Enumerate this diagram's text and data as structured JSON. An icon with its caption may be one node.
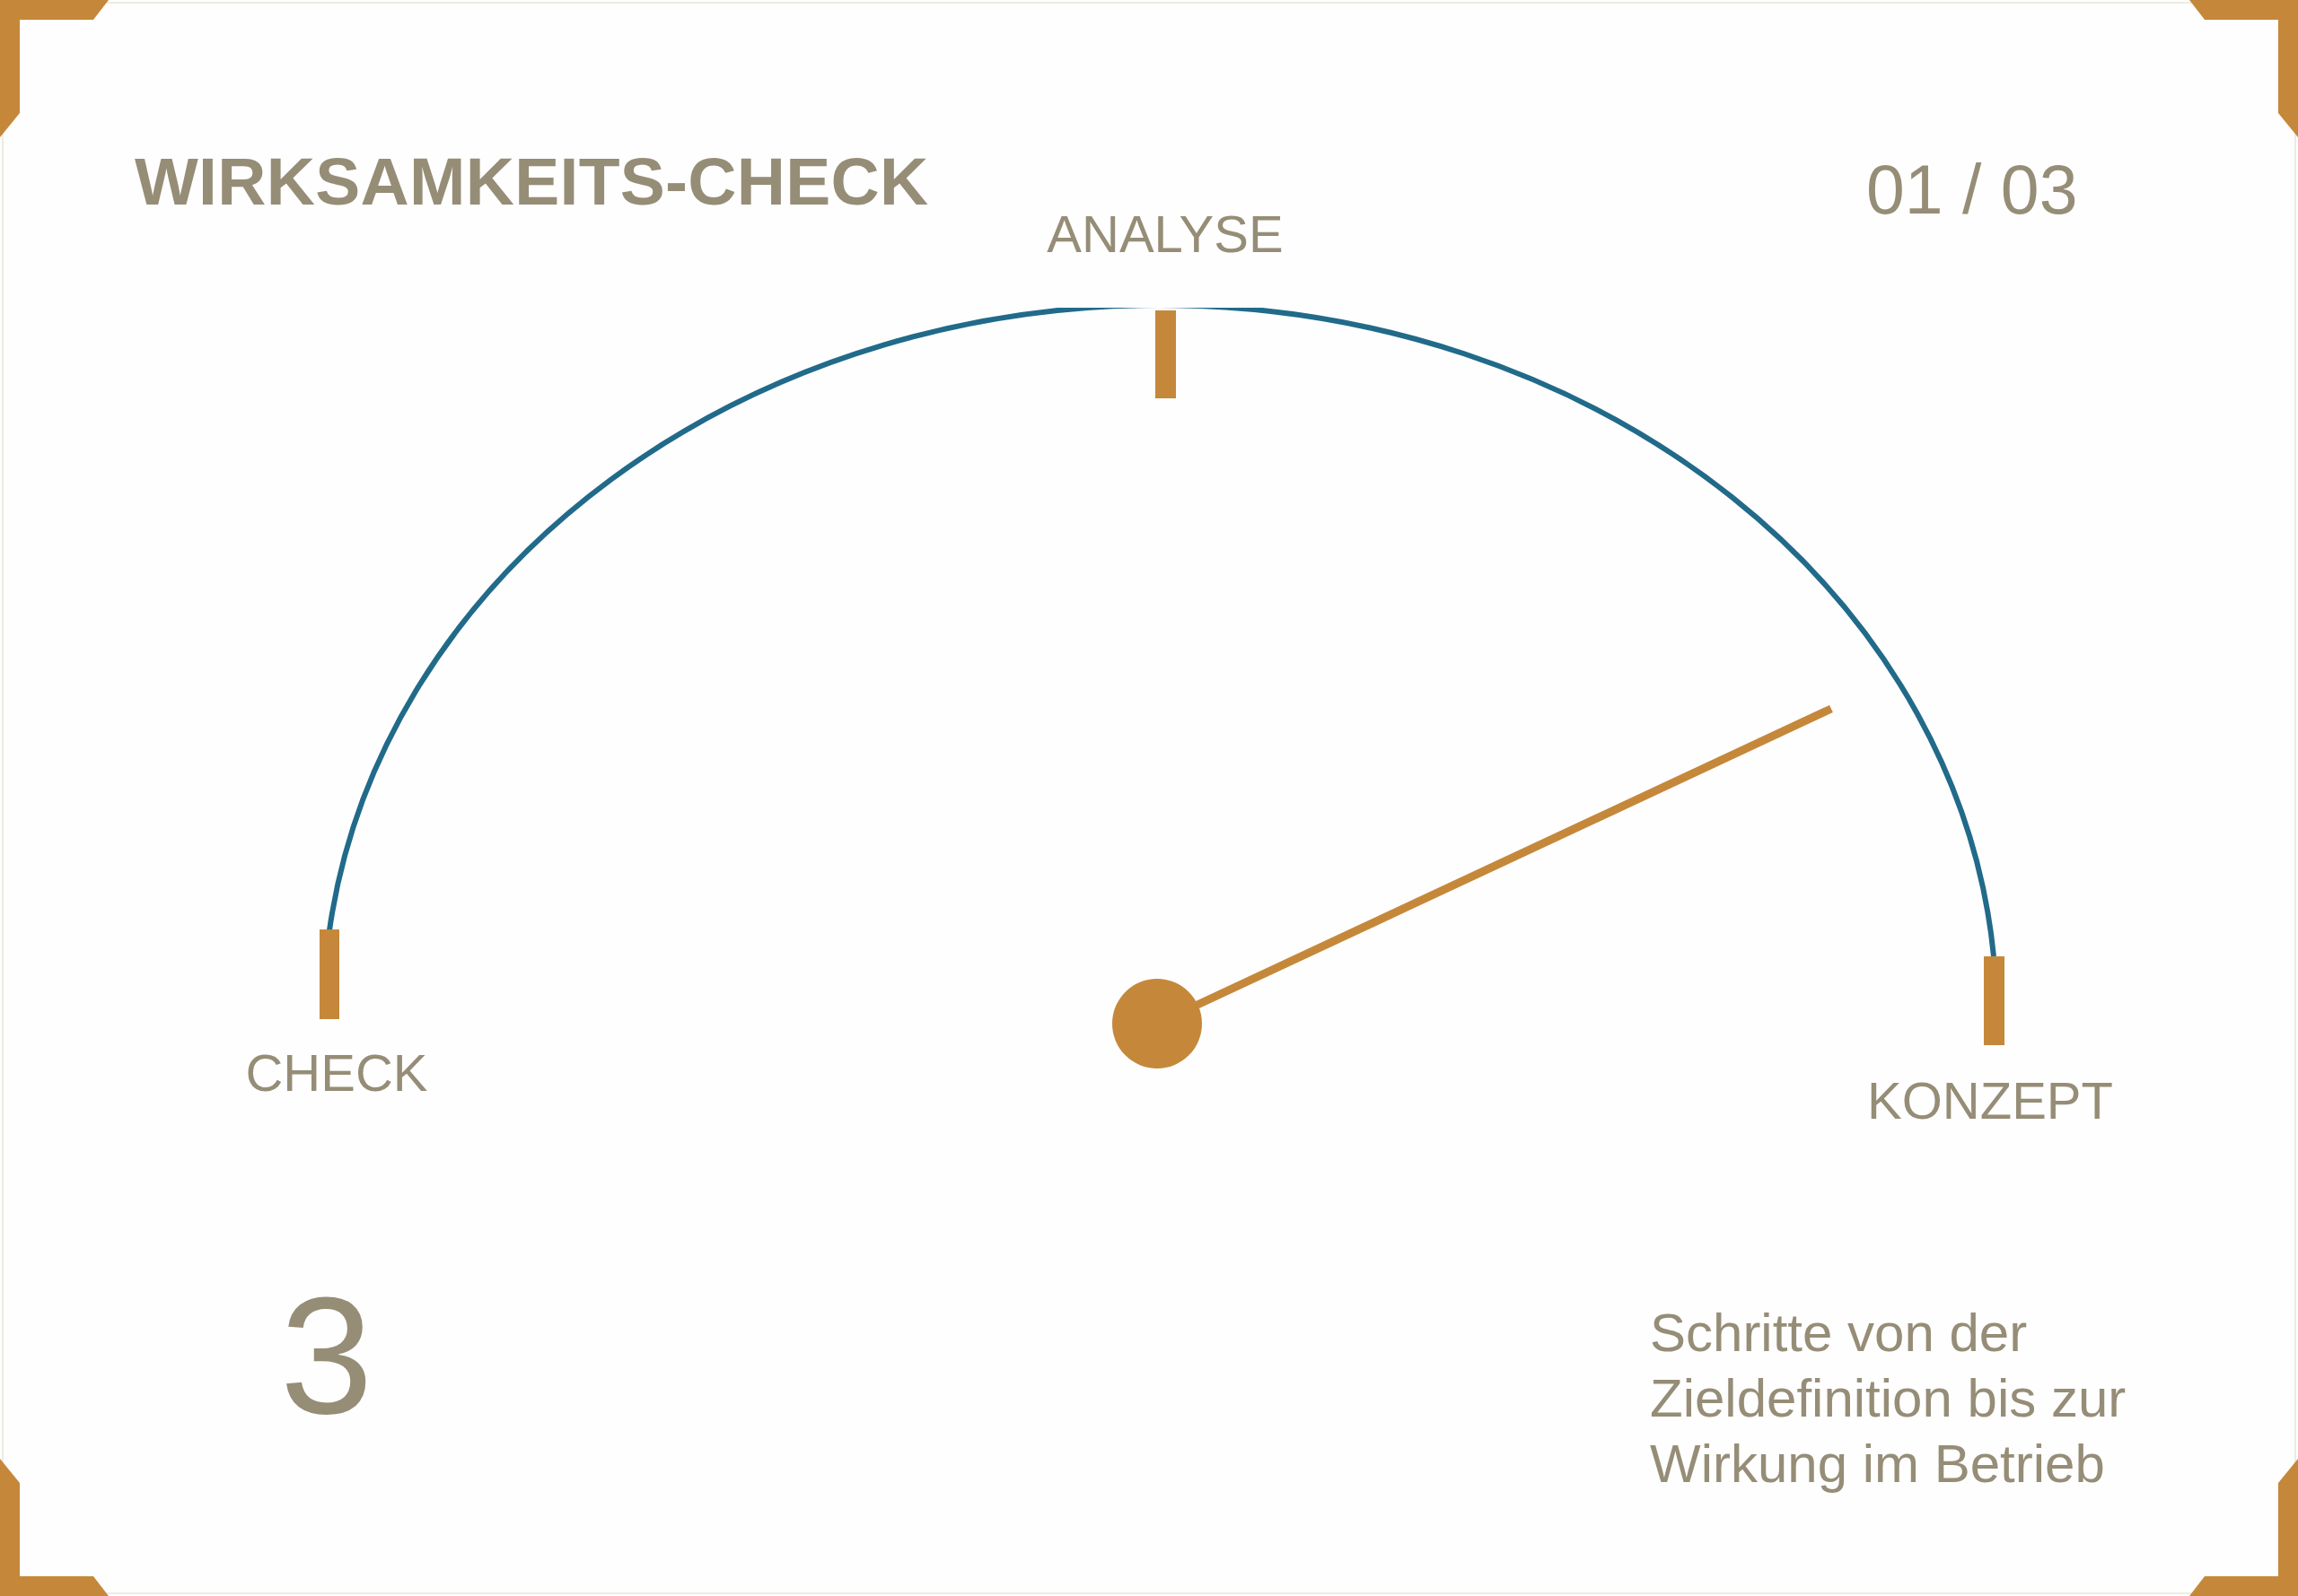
{
  "diagram": {
    "title": "WIRKSAMKEITS-CHECK",
    "labels": [
      "01 / 03",
      "ANALYSE",
      "CHECK",
      "KONZEPT",
      "3",
      "Schritte von der Zieldefinition bis zur Wirkung im Betrieb"
    ]
  }
}
